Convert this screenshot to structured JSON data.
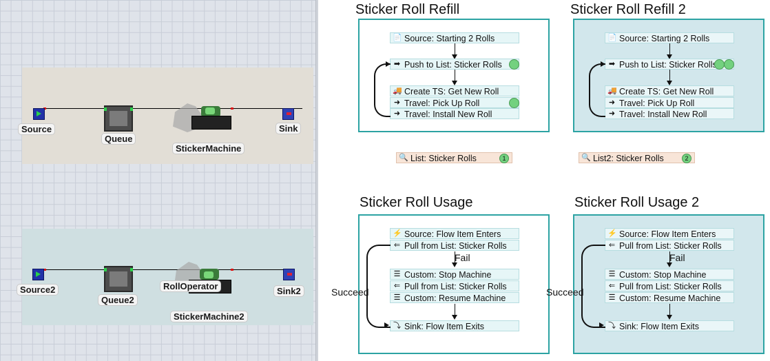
{
  "model": {
    "objects": {
      "source": "Source",
      "queue": "Queue",
      "sticker_machine": "StickerMachine",
      "sink": "Sink",
      "source2": "Source2",
      "queue2": "Queue2",
      "roll_operator": "RollOperator",
      "sticker_machine2": "StickerMachine2",
      "sink2": "Sink2"
    },
    "colors": {
      "floor1": "#e2ded6",
      "floor2": "#cfdfe1",
      "grid": "#c8cdd7"
    }
  },
  "process_flow": {
    "refill": {
      "title": "Sticker Roll Refill",
      "activities": [
        "Source: Starting 2 Rolls",
        "Push to List: Sticker Rolls",
        "Create TS: Get New Roll",
        "Travel: Pick Up Roll",
        "Travel: Install New Roll"
      ],
      "tokens": 2
    },
    "refill2": {
      "title": "Sticker Roll Refill 2",
      "activities": [
        "Source: Starting 2 Rolls",
        "Push to List: Sticker Rolls",
        "Create TS: Get New Roll",
        "Travel: Pick Up Roll",
        "Travel: Install New Roll"
      ],
      "tokens": 2
    },
    "lists": [
      {
        "label": "List: Sticker Rolls",
        "count": "1"
      },
      {
        "label": "List2: Sticker Rolls",
        "count": "2"
      }
    ],
    "usage": {
      "title": "Sticker Roll Usage",
      "activities": [
        "Source: Flow Item Enters",
        "Pull from List: Sticker Rolls",
        "Custom: Stop Machine",
        "Pull from List: Sticker Rolls",
        "Custom: Resume Machine",
        "Sink: Flow Item Exits"
      ],
      "fail_label": "Fail",
      "succeed_label": "Succeed"
    },
    "usage2": {
      "title": "Sticker Roll Usage 2",
      "activities": [
        "Source: Flow Item Enters",
        "Pull from List: Sticker Rolls",
        "Custom: Stop Machine",
        "Pull from List: Sticker Rolls",
        "Custom: Resume Machine",
        "Sink: Flow Item Exits"
      ],
      "fail_label": "Fail",
      "succeed_label": "Succeed"
    },
    "colors": {
      "block_border": "#2ca3a3",
      "activity_bg": "#e6f6f7",
      "list_bg": "#f8e5d8",
      "token": "#73d17f",
      "blue_block": "#d2e7ec"
    }
  }
}
